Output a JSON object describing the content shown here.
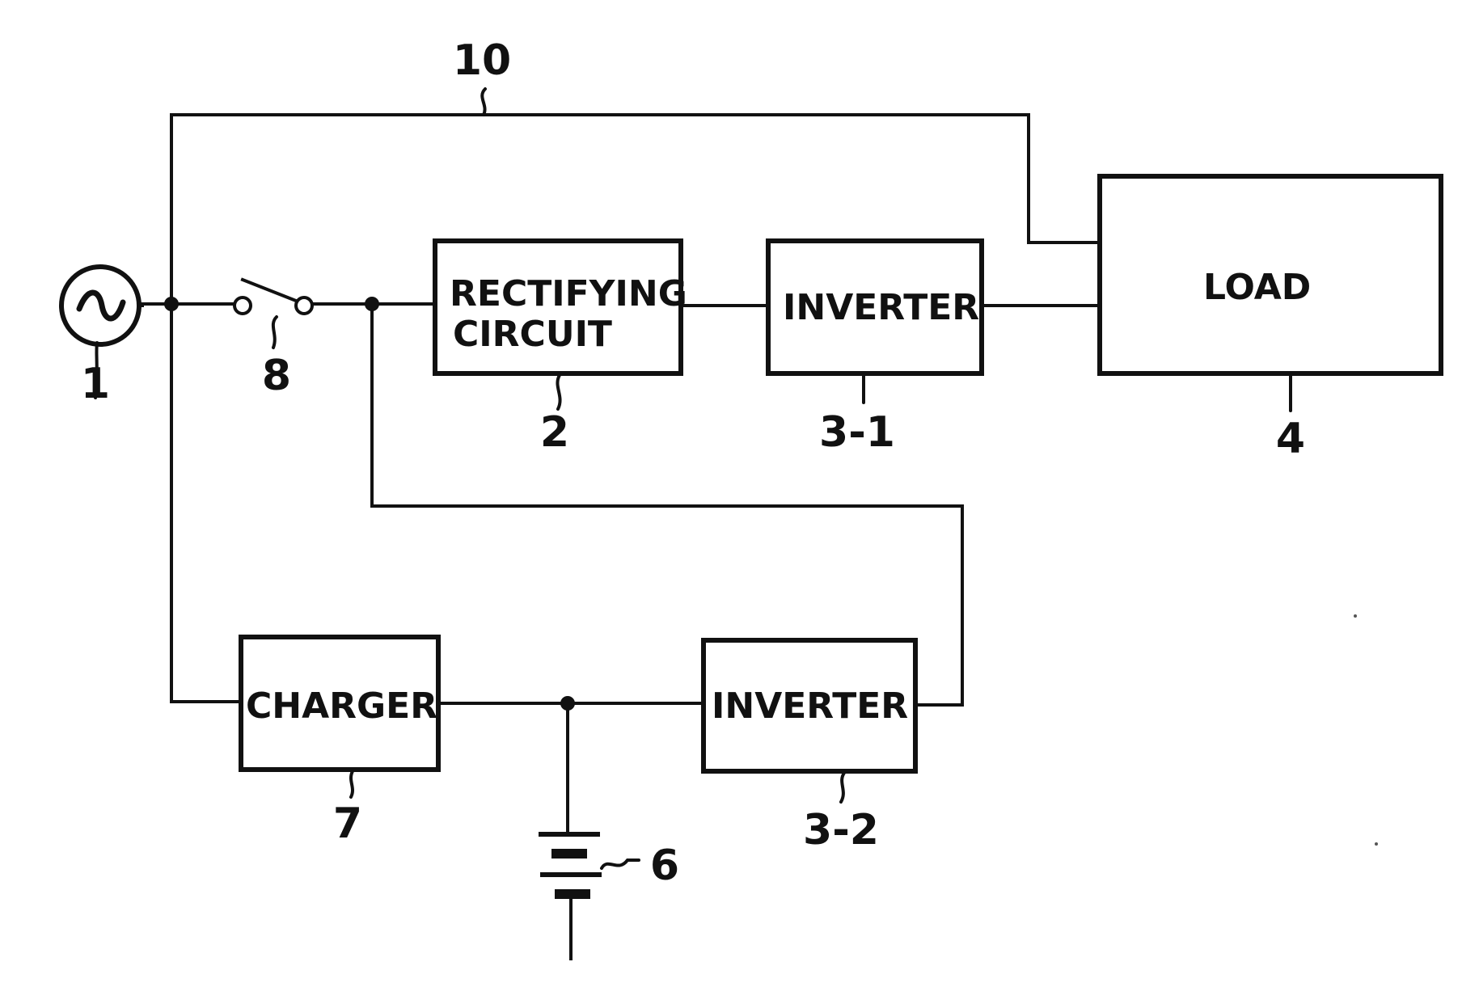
{
  "blocks": {
    "rectifier": {
      "line1": "RECTIFYING",
      "line2": "CIRCUIT",
      "ref": "2"
    },
    "inverter_1": {
      "label": "INVERTER",
      "ref": "3-1"
    },
    "load": {
      "label": "LOAD",
      "ref": "4"
    },
    "charger": {
      "label": "CHARGER",
      "ref": "7"
    },
    "inverter_2": {
      "label": "INVERTER",
      "ref": "3-2"
    }
  },
  "components": {
    "ac_source": {
      "ref": "1"
    },
    "switch": {
      "ref": "8"
    },
    "battery": {
      "ref": "6"
    },
    "bypass_line": {
      "ref": "10"
    }
  },
  "colors": {
    "ink": "#111111",
    "paper": "#ffffff"
  }
}
